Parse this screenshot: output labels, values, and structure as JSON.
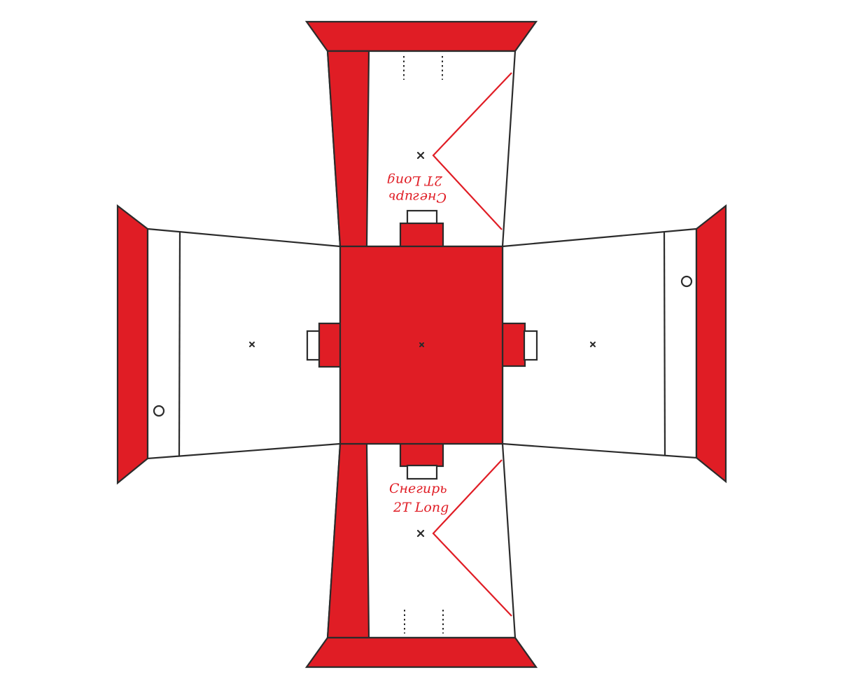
{
  "labels": {
    "top_line1": "Снегирь",
    "top_line2": "2T Long",
    "bottom_line1": "Снегирь",
    "bottom_line2": "2T Long"
  },
  "colors": {
    "accent": "#e01d25",
    "outline": "#2b2b2b",
    "paper": "#ffffff"
  }
}
